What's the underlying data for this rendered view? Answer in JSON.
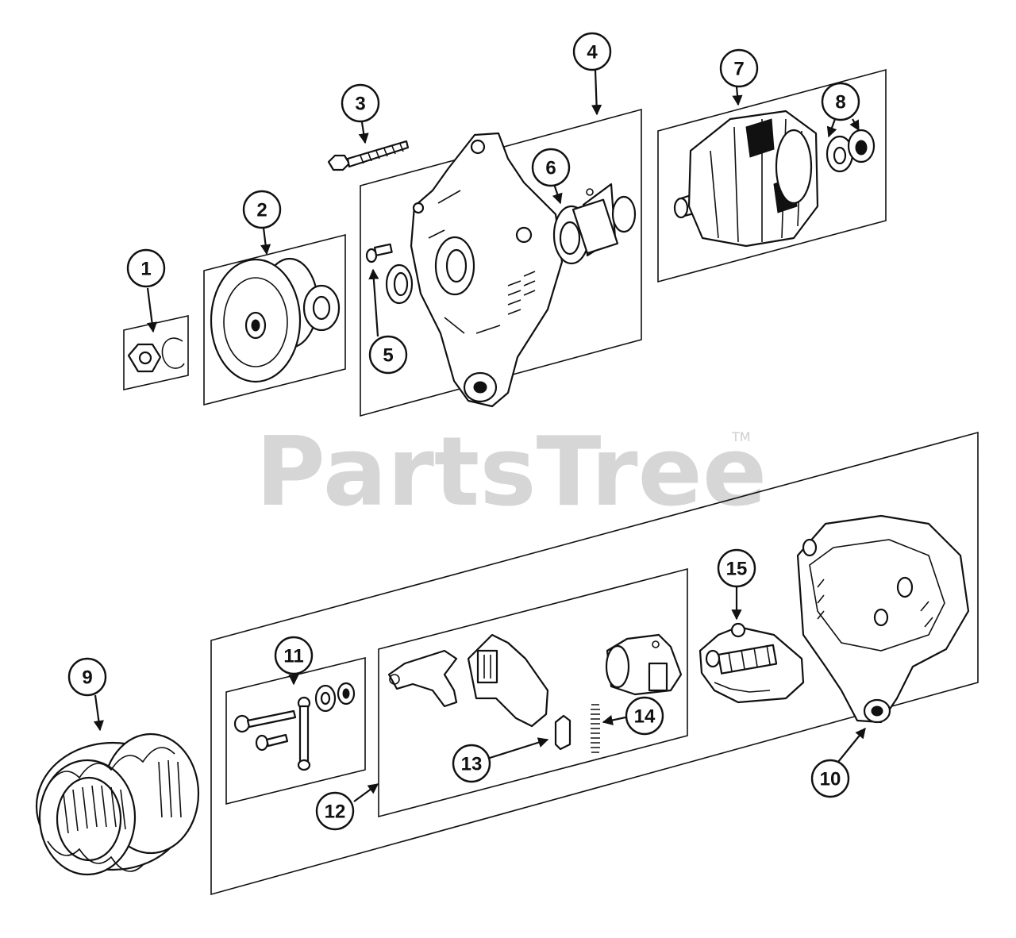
{
  "watermark": {
    "text": "PartsTree",
    "trademark": "TM"
  },
  "callouts": [
    {
      "id": "1",
      "label": "1"
    },
    {
      "id": "2",
      "label": "2"
    },
    {
      "id": "3",
      "label": "3"
    },
    {
      "id": "4",
      "label": "4"
    },
    {
      "id": "5",
      "label": "5"
    },
    {
      "id": "6",
      "label": "6"
    },
    {
      "id": "7",
      "label": "7"
    },
    {
      "id": "8",
      "label": "8"
    },
    {
      "id": "9",
      "label": "9"
    },
    {
      "id": "10",
      "label": "10"
    },
    {
      "id": "11",
      "label": "11"
    },
    {
      "id": "12",
      "label": "12"
    },
    {
      "id": "13",
      "label": "13"
    },
    {
      "id": "14",
      "label": "14"
    },
    {
      "id": "15",
      "label": "15"
    }
  ],
  "colors": {
    "ink": "#111111",
    "watermark": "#d6d6d6",
    "background": "#ffffff"
  }
}
